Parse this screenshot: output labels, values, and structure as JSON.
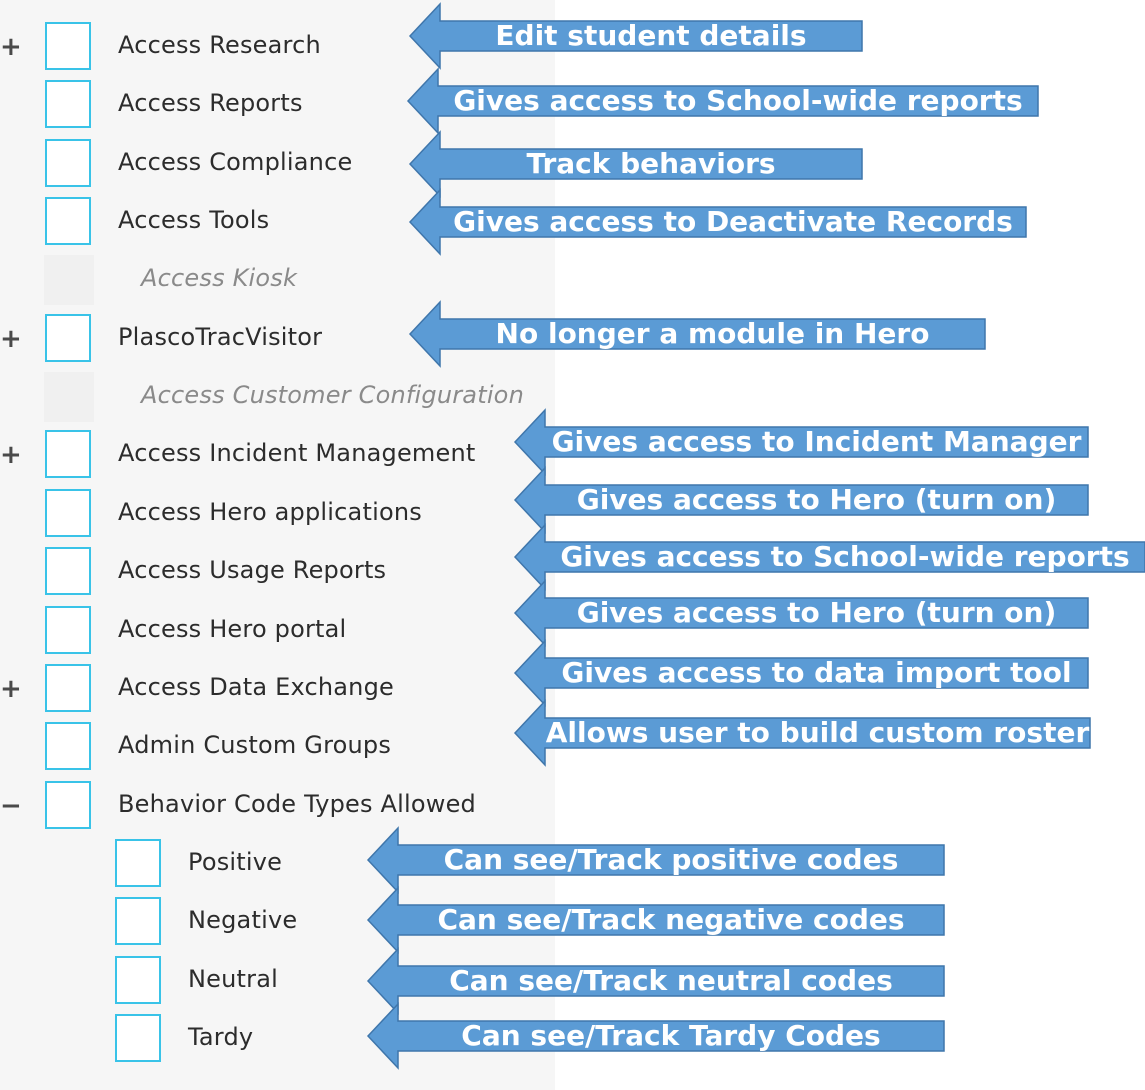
{
  "permissions": [
    {
      "label": "Access Research",
      "expander": "+",
      "checkbox": true,
      "disabled": false,
      "indent": 0
    },
    {
      "label": "Access Reports",
      "expander": "",
      "checkbox": true,
      "disabled": false,
      "indent": 0
    },
    {
      "label": "Access Compliance",
      "expander": "",
      "checkbox": true,
      "disabled": false,
      "indent": 0
    },
    {
      "label": "Access Tools",
      "expander": "",
      "checkbox": true,
      "disabled": false,
      "indent": 0
    },
    {
      "label": "Access Kiosk",
      "expander": "",
      "checkbox": false,
      "disabled": true,
      "indent": 0
    },
    {
      "label": "PlascoTracVisitor",
      "expander": "+",
      "checkbox": true,
      "disabled": false,
      "indent": 0
    },
    {
      "label": "Access Customer Configuration",
      "expander": "",
      "checkbox": false,
      "disabled": true,
      "indent": 0
    },
    {
      "label": "Access Incident Management",
      "expander": "+",
      "checkbox": true,
      "disabled": false,
      "indent": 0
    },
    {
      "label": "Access Hero applications",
      "expander": "",
      "checkbox": true,
      "disabled": false,
      "indent": 0
    },
    {
      "label": "Access Usage Reports",
      "expander": "",
      "checkbox": true,
      "disabled": false,
      "indent": 0
    },
    {
      "label": "Access Hero portal",
      "expander": "",
      "checkbox": true,
      "disabled": false,
      "indent": 0
    },
    {
      "label": "Access Data Exchange",
      "expander": "+",
      "checkbox": true,
      "disabled": false,
      "indent": 0
    },
    {
      "label": "Admin Custom Groups",
      "expander": "",
      "checkbox": true,
      "disabled": false,
      "indent": 0
    },
    {
      "label": "Behavior Code Types Allowed",
      "expander": "−",
      "checkbox": true,
      "disabled": false,
      "indent": 0
    },
    {
      "label": "Positive",
      "expander": "",
      "checkbox": true,
      "disabled": false,
      "indent": 1
    },
    {
      "label": "Negative",
      "expander": "",
      "checkbox": true,
      "disabled": false,
      "indent": 1
    },
    {
      "label": "Neutral",
      "expander": "",
      "checkbox": true,
      "disabled": false,
      "indent": 1
    },
    {
      "label": "Tardy",
      "expander": "",
      "checkbox": true,
      "disabled": false,
      "indent": 1
    }
  ],
  "annotations": [
    {
      "row": 0,
      "text": "Edit student details"
    },
    {
      "row": 1,
      "text": "Gives access to School-wide reports"
    },
    {
      "row": 2,
      "text": "Track behaviors"
    },
    {
      "row": 3,
      "text": "Gives access to Deactivate Records"
    },
    {
      "row": 5,
      "text": "No longer a module in Hero"
    },
    {
      "row": 7,
      "text": "Gives access to Incident Manager"
    },
    {
      "row": 8,
      "text": "Gives access to Hero (turn on)"
    },
    {
      "row": 9,
      "text": "Gives access to School-wide reports"
    },
    {
      "row": 10,
      "text": "Gives access to Hero (turn on)"
    },
    {
      "row": 11,
      "text": "Gives access to data import tool"
    },
    {
      "row": 12,
      "text": "Allows user to build custom roster"
    },
    {
      "row": 14,
      "text": "Can see/Track positive codes"
    },
    {
      "row": 15,
      "text": "Can see/Track negative codes"
    },
    {
      "row": 16,
      "text": "Can see/Track neutral codes"
    },
    {
      "row": 17,
      "text": "Can see/Track Tardy Codes"
    }
  ],
  "colors": {
    "arrow_fill": "#5b9bd5",
    "arrow_stroke": "#3f76ab",
    "checkbox_border": "#39c3e8",
    "panel_bg": "#f6f6f6"
  }
}
